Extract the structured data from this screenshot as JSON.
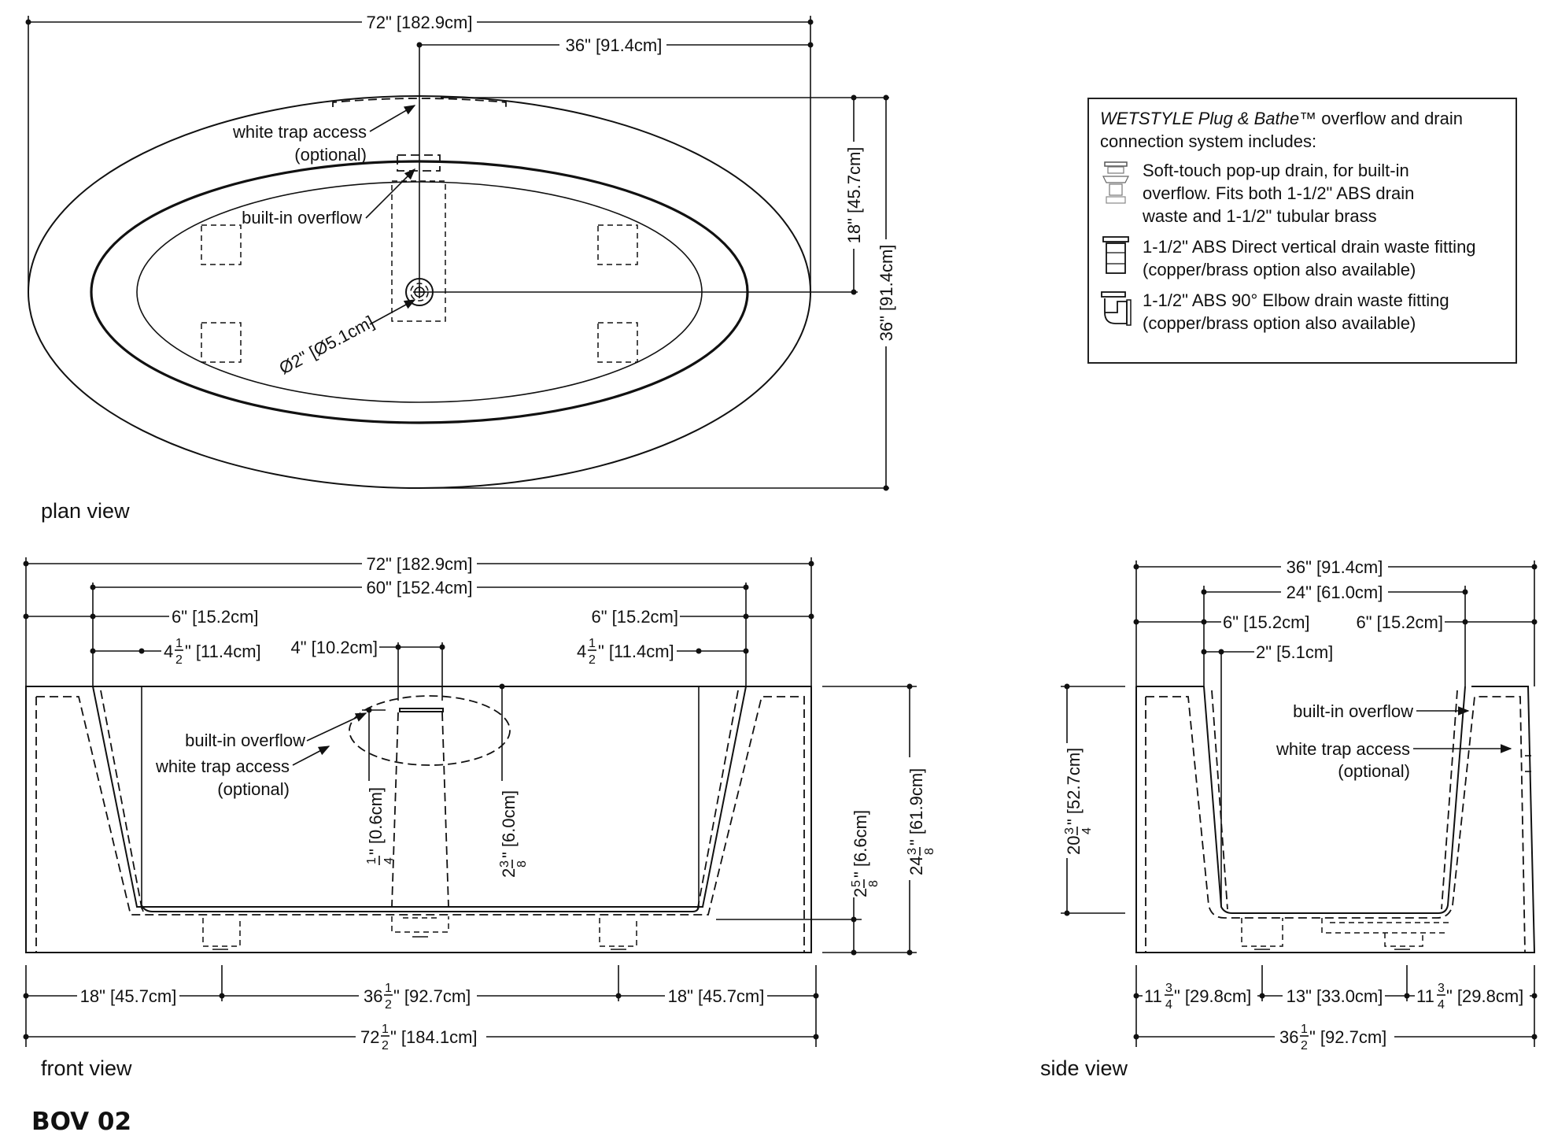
{
  "legend": {
    "brand": "WETSTYLE Plug & Bathe™",
    "heading_rest": " overflow  and drain connection system includes:",
    "items": [
      {
        "icon": "popup-drain-icon",
        "text": "Soft-touch pop-up drain, for built-in\noverflow. Fits both 1-1/2\" ABS drain\nwaste and 1-1/2\" tubular brass"
      },
      {
        "icon": "vertical-fitting-icon",
        "text": "1-1/2\" ABS Direct vertical drain waste fitting\n(copper/brass option also available)"
      },
      {
        "icon": "elbow-fitting-icon",
        "text": "1-1/2\" ABS 90° Elbow drain waste fitting\n(copper/brass option also available)"
      }
    ]
  },
  "plan": {
    "view_label": "plan view",
    "dim_length": "72\" [182.9cm]",
    "dim_half_length": "36\" [91.4cm]",
    "dim_half_width": "18\" [45.7cm]",
    "dim_width": "36\" [91.4cm]",
    "drain_dia": "Ø2\" [Ø5.1cm]",
    "label_trap_1": "white trap access",
    "label_trap_2": "(optional)",
    "label_overflow": "built-in overflow"
  },
  "front": {
    "view_label": "front view",
    "dim_top_length": "72\" [182.9cm]",
    "dim_inner": "60\" [152.4cm]",
    "dim_left_6": "6\" [15.2cm]",
    "dim_right_6": "6\" [15.2cm]",
    "dim_left_45_pre": "4",
    "dim_left_45_suf": "\" [11.4cm]",
    "dim_right_45_pre": "4",
    "dim_right_45_suf": "\" [11.4cm]",
    "dim_overflow_w": "4\" [10.2cm]",
    "label_overflow": "built-in overflow",
    "label_trap_1": "white trap access",
    "label_trap_2": "(optional)",
    "vdim_quarter": "\" [0.6cm]",
    "vdim_238": "\" [6.0cm]",
    "vdim_258": "\" [6.6cm]",
    "vdim_2438": "\" [61.9cm]",
    "vdim_2438_pre": "24",
    "vdim_238_pre": "2",
    "vdim_258_pre": "2",
    "dim_bot_left": "18\" [45.7cm]",
    "dim_bot_mid_pre": "36",
    "dim_bot_mid_suf": "\" [92.7cm]",
    "dim_bot_right": "18\" [45.7cm]",
    "dim_bot_total_pre": "72",
    "dim_bot_total_suf": "\" [184.1cm]"
  },
  "side": {
    "view_label": "side view",
    "dim_width": "36\" [91.4cm]",
    "dim_inner": "24\" [61.0cm]",
    "dim_left_6": "6\" [15.2cm]",
    "dim_right_6": "6\" [15.2cm]",
    "dim_2": "2\" [5.1cm]",
    "label_overflow": "built-in overflow",
    "label_trap_1": "white trap access",
    "label_trap_2": "(optional)",
    "vdim_2034_pre": "20",
    "vdim_2034_suf": "\" [52.7cm]",
    "dim_bot_left_pre": "11",
    "dim_bot_left_suf": "\" [29.8cm]",
    "dim_bot_mid": "13\" [33.0cm]",
    "dim_bot_right_pre": "11",
    "dim_bot_right_suf": "\" [29.8cm]",
    "dim_bot_total_pre": "36",
    "dim_bot_total_suf": "\" [92.7cm]"
  },
  "fractions": {
    "half_n": "1",
    "half_d": "2",
    "quarter_n": "1",
    "quarter_d": "4",
    "threeq_n": "3",
    "threeq_d": "4",
    "threeeighths_n": "3",
    "threeeighths_d": "8",
    "fiveeighths_n": "5",
    "fiveeighths_d": "8"
  },
  "model_code": "BOV 02"
}
